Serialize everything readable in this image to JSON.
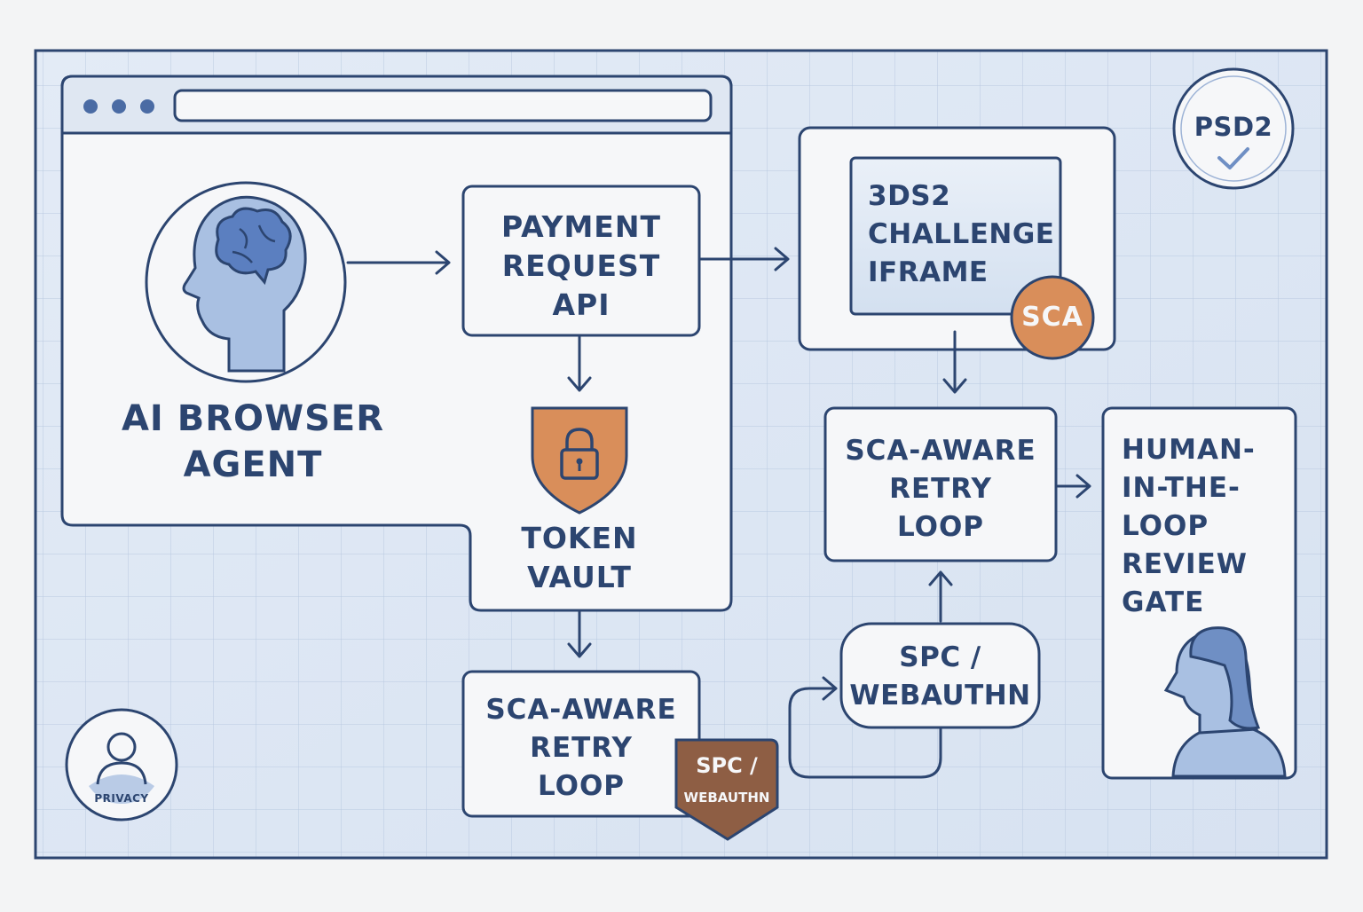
{
  "agent": {
    "title": "AI BROWSER\nAGENT"
  },
  "payment_request": {
    "label": "PAYMENT\nREQUEST\nAPI"
  },
  "token_vault": {
    "label": "TOKEN\nVAULT"
  },
  "challenge": {
    "label": "3DS2\nCHALLENGE\nIFRAME",
    "badge": "SCA"
  },
  "retry_bottom": {
    "label": "SCA-AWARE\nRETRY\nLOOP",
    "badge_top": "SPC /",
    "badge_bottom": "WEBAUTHN"
  },
  "retry_right": {
    "label": "SCA-AWARE\nRETRY\nLOOP"
  },
  "spc": {
    "label": "SPC /\nWEBAUTHN"
  },
  "review_gate": {
    "label": "HUMAN-\nIN-THE-\nLOOP\nREVIEW\nGATE"
  },
  "psd2_stamp": {
    "label": "PSD2"
  },
  "privacy_stamp": {
    "label": "PRIVACY"
  },
  "colors": {
    "navy": "#2c4570",
    "orange": "#d98e5a",
    "brown": "#8e5e44",
    "light_blue": "#dbe6f3",
    "figure_blue": "#7fa1d6"
  }
}
